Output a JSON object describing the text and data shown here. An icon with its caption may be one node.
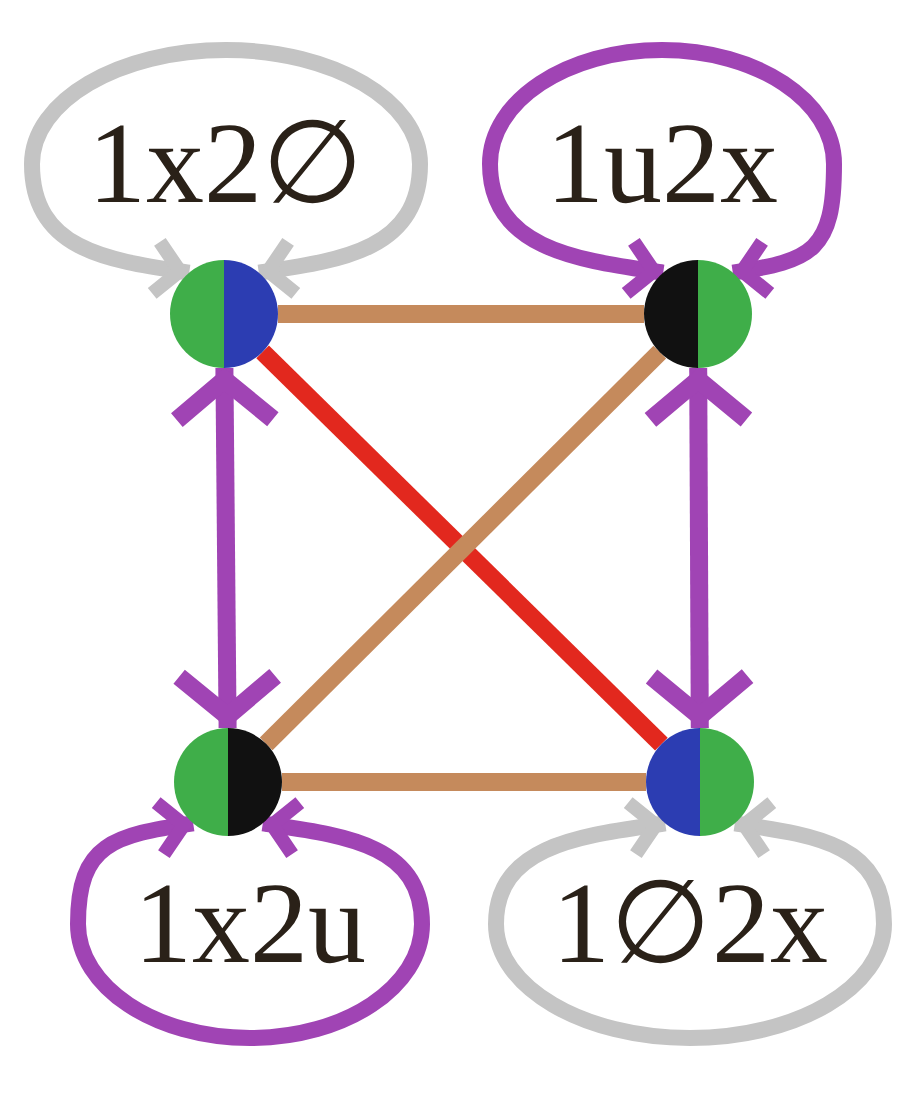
{
  "diagram": {
    "nodes": [
      {
        "text": [],
        "shape": "circle",
        "beside": [
          "1x2∅"
        ]
      },
      {
        "text": [],
        "shape": "circle",
        "beside": [
          "1u2x"
        ]
      },
      {
        "text": [],
        "shape": "circle",
        "beside": [
          "1x2u"
        ]
      },
      {
        "text": [],
        "shape": "circle",
        "beside": [
          "1∅2x"
        ]
      }
    ],
    "edges": [
      {
        "from": 0,
        "to": 0,
        "arrow": "both",
        "color": "#c4c4c4"
      },
      {
        "from": 1,
        "to": 1,
        "arrow": "both"
      },
      {
        "from": 0,
        "to": 1,
        "arrow": "none",
        "color": "#c58a5c"
      },
      {
        "from": 0,
        "to": 3,
        "arrow": "none",
        "color": "#e2281e"
      },
      {
        "from": 1,
        "to": 2,
        "arrow": "none",
        "color": "#c58a5c"
      },
      {
        "from": 0,
        "to": 2,
        "arrow": "both"
      },
      {
        "from": 1,
        "to": 3,
        "arrow": "both"
      },
      {
        "from": 2,
        "to": 3,
        "arrow": "none",
        "color": "#c58a5c"
      },
      {
        "from": 2,
        "to": 2,
        "arrow": "both"
      },
      {
        "from": 3,
        "to": 3,
        "arrow": "both",
        "color": "#c4c4c4"
      }
    ]
  }
}
